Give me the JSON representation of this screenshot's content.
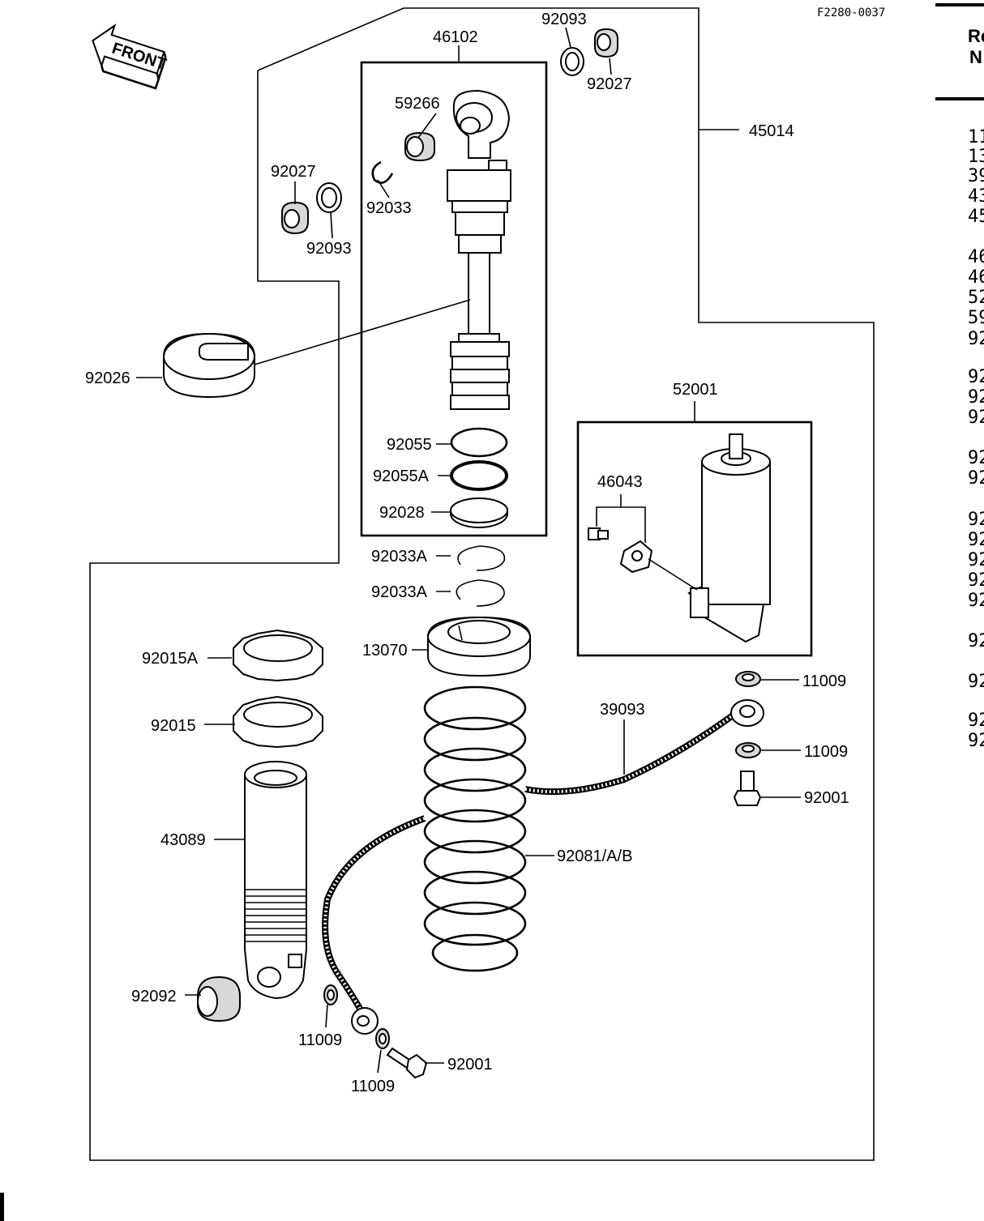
{
  "figure_code": "F2280-0037",
  "front_label": "FRONT",
  "parts": {
    "p46102": "46102",
    "p92093_top": "92093",
    "p92027_top": "92027",
    "p45014": "45014",
    "p59266": "59266",
    "p92027_left": "92027",
    "p92093_left": "92093",
    "p92033": "92033",
    "p92026": "92026",
    "p92055": "92055",
    "p92055A": "92055A",
    "p92028": "92028",
    "p92033A_1": "92033A",
    "p92033A_2": "92033A",
    "p13070": "13070",
    "p52001": "52001",
    "p46043": "46043",
    "p92015A": "92015A",
    "p92015": "92015",
    "p11009_r1": "11009",
    "p39093": "39093",
    "p11009_r2": "11009",
    "p92001_r": "92001",
    "p43089": "43089",
    "p92081": "92081/A/B",
    "p92092": "92092",
    "p11009_b1": "11009",
    "p92001_b": "92001",
    "p11009_b2": "11009"
  },
  "side_column": {
    "header": [
      "Re",
      "N"
    ],
    "fragments": [
      "11",
      "13",
      "39",
      "43",
      "45",
      "46",
      "46",
      "52",
      "59",
      "92",
      "92",
      "92",
      "92",
      "92",
      "92",
      "92",
      "92",
      "92",
      "92",
      "92",
      "92",
      "92",
      "92",
      "92"
    ]
  }
}
